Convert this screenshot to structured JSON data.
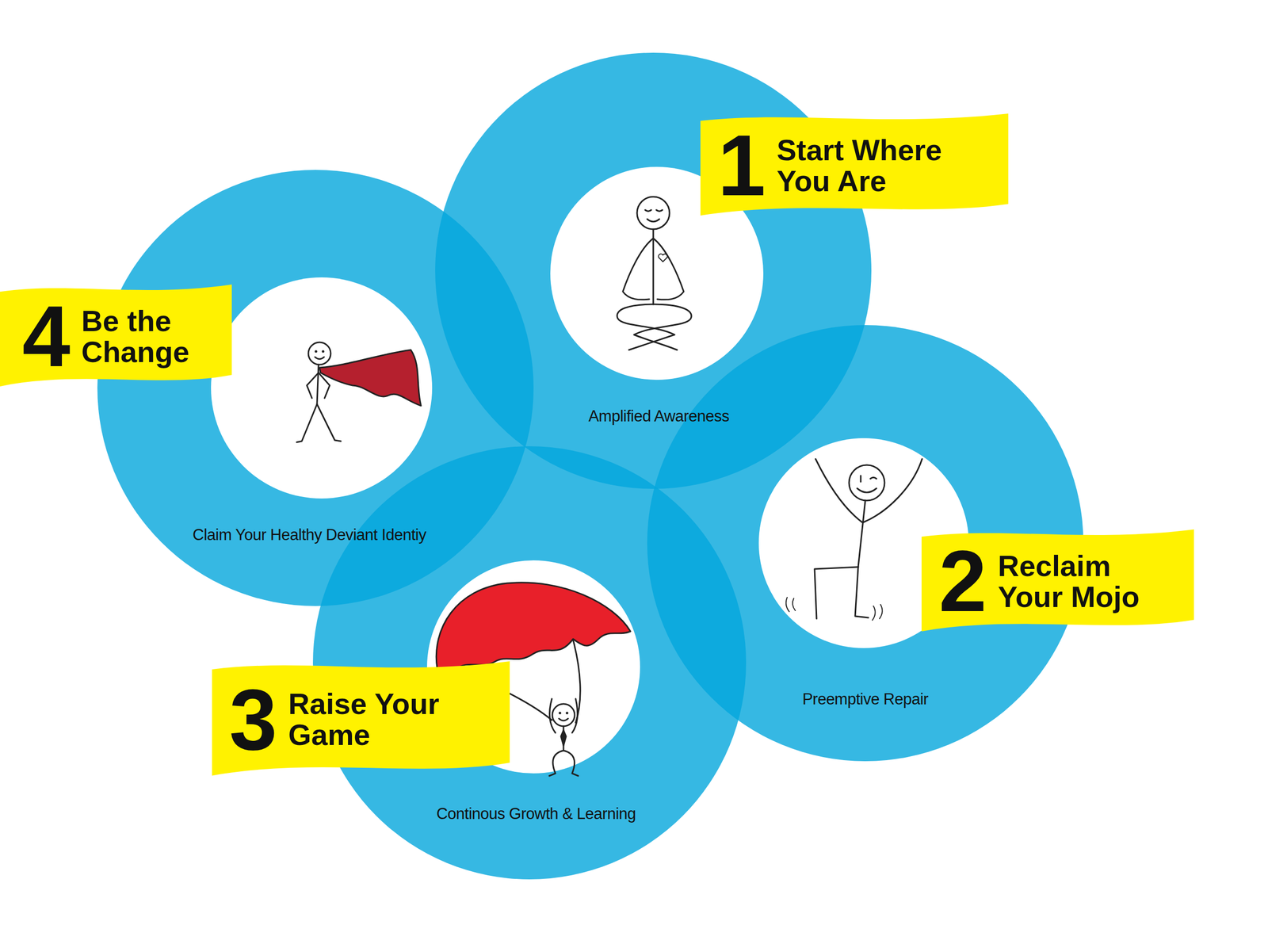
{
  "diagram": {
    "nodes": [
      {
        "text": [
          "Amplified Awareness"
        ]
      },
      {
        "text": [
          "1",
          "Start Where You Are"
        ],
        "in": 0
      },
      {
        "text": [
          "Preemptive Repair"
        ]
      },
      {
        "text": [
          "2",
          "Reclaim Your Mojo"
        ],
        "in": 2
      },
      {
        "text": [
          "Continous Growth & Learning"
        ]
      },
      {
        "text": [
          "3",
          "Raise Your Game"
        ],
        "in": 4
      },
      {
        "text": [
          "Claim Your Healthy Deviant Identiy"
        ]
      },
      {
        "text": [
          "4",
          "Be the Change"
        ],
        "in": 6
      }
    ]
  }
}
